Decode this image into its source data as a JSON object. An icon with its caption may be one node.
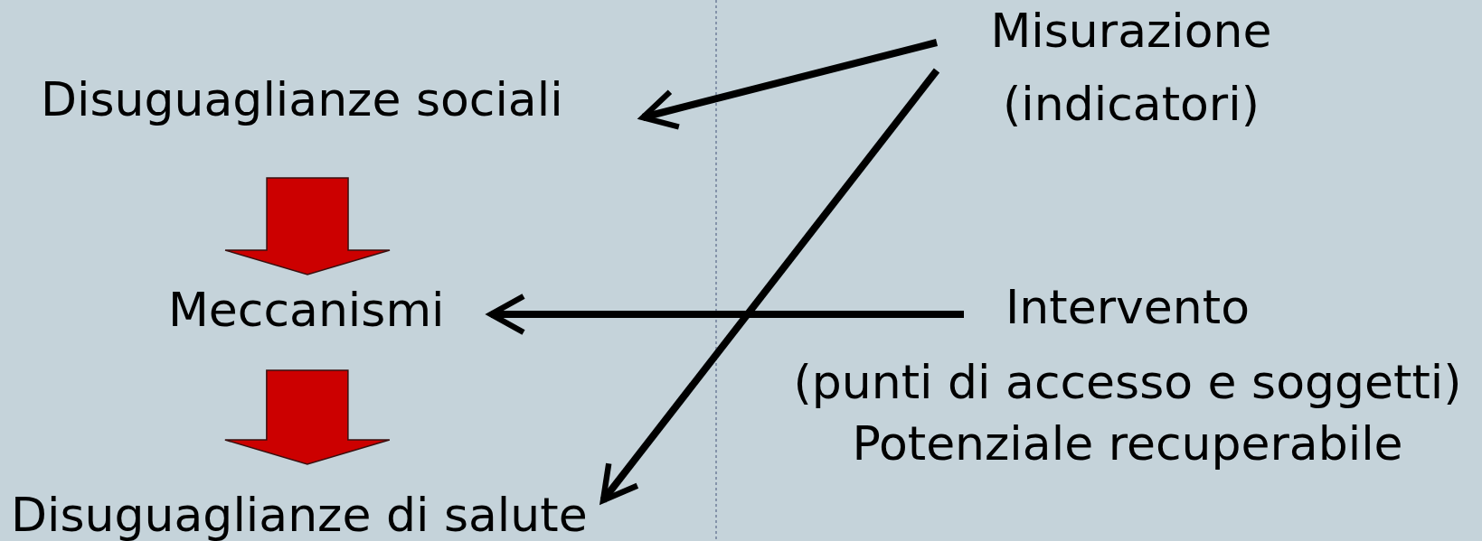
{
  "diagram": {
    "nodes": [
      {
        "text": [
          "Disuguaglianze sociali"
        ]
      },
      {
        "text": [
          "Meccanismi"
        ]
      },
      {
        "text": [
          "Disuguaglianze di salute"
        ]
      },
      {
        "text": [
          "Misurazione",
          "(indicatori)"
        ]
      },
      {
        "text": [
          "Intervento",
          "(punti di accesso e soggetti)",
          "Potenziale recuperabile"
        ]
      }
    ],
    "edges": [
      {
        "from": 0,
        "to": 1,
        "arrow": "to",
        "style": "thick",
        "color": "#cc0000"
      },
      {
        "from": 1,
        "to": 2,
        "arrow": "to",
        "style": "thick",
        "color": "#cc0000"
      },
      {
        "from": 3,
        "to": 0,
        "arrow": "to"
      },
      {
        "from": 3,
        "to": 2,
        "arrow": "to"
      },
      {
        "from": 4,
        "to": 1,
        "arrow": "to"
      }
    ]
  }
}
